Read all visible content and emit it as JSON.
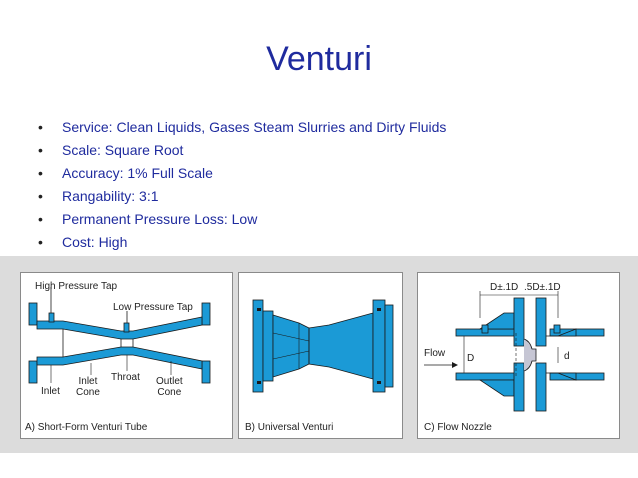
{
  "slide": {
    "title": "Venturi",
    "bullets": [
      "Service: Clean Liquids, Gases Steam Slurries and Dirty Fluids",
      "Scale: Square Root",
      "Accuracy: 1% Full Scale",
      "Rangability: 3:1",
      "Permanent Pressure Loss: Low",
      "Cost: High"
    ]
  },
  "figure": {
    "colors": {
      "fluid": "#1b9ad6",
      "band": "#dcdcdc",
      "title": "#1f2b9e"
    },
    "panel_a": {
      "caption": "A) Short-Form Venturi Tube",
      "high_pressure_tap": "High Pressure Tap",
      "low_pressure_tap": "Low Pressure Tap",
      "inlet": "Inlet",
      "inlet_cone": "Inlet\nCone",
      "throat": "Throat",
      "outlet_cone": "Outlet\nCone"
    },
    "panel_b": {
      "caption": "B) Universal Venturi"
    },
    "panel_c": {
      "caption": "C) Flow Nozzle",
      "dim_1": "D±.1D",
      "dim_2": ".5D±.1D",
      "flow": "Flow",
      "big_d": "D",
      "small_d": "d"
    }
  }
}
